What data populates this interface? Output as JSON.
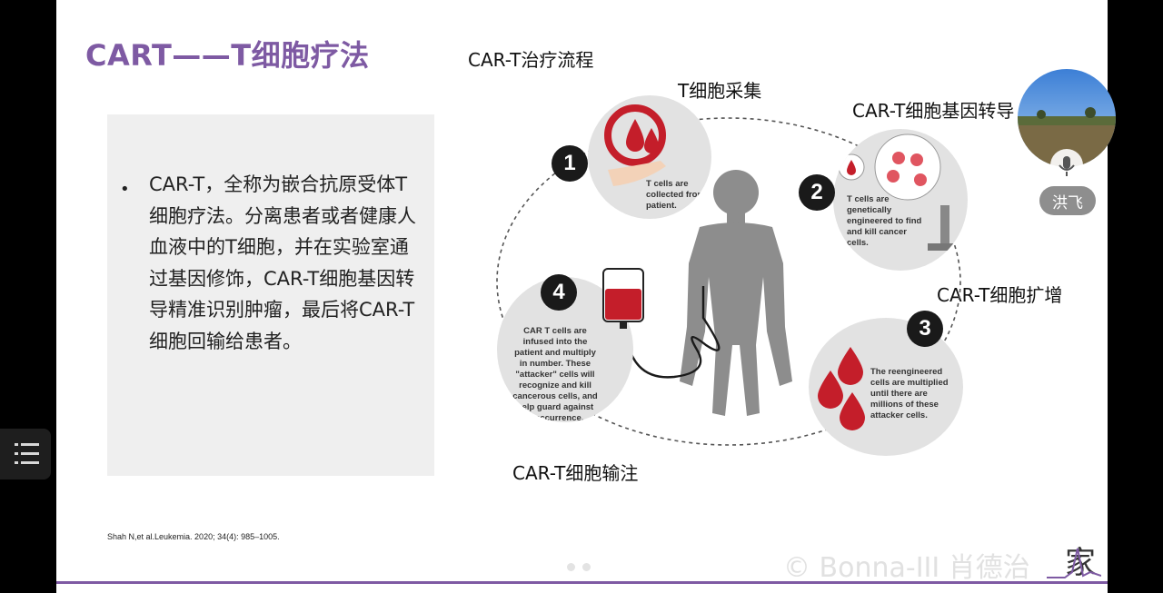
{
  "slide": {
    "title": "CART——T细胞疗法",
    "bullet": "CAR-T，全称为嵌合抗原受体T细胞疗法。分离患者或者健康人血液中的T细胞，并在实验室通过基因修饰，CAR-T细胞基因转导精准识别肿瘤，最后将CAR-T细胞回输给患者。",
    "reference": "Shah N,et al.Leukemia. 2020; 34(4): 985–1005."
  },
  "diagram": {
    "heading": "CAR-T治疗流程",
    "step_labels": {
      "collect": "T细胞采集",
      "transduce": "CAR-T细胞基因转导",
      "expand": "CAR-T细胞扩增",
      "infuse": "CAR-T细胞输注"
    },
    "steps": [
      {
        "number": "1",
        "text": "T cells are collected from patient."
      },
      {
        "number": "2",
        "text": "T cells are genetically engineered to find and kill cancer cells."
      },
      {
        "number": "3",
        "text": "The reengineered cells are multiplied until there are millions of these attacker cells."
      },
      {
        "number": "4",
        "text": "CAR T cells are infused into the patient and multiply in number. These \"attacker\" cells will recognize and kill cancerous cells, and help guard against reoccurrence."
      }
    ]
  },
  "footer": {
    "watermark": "© Bonna-III 肖德治",
    "brand_glyph": "家"
  },
  "participant": {
    "name": "洪飞"
  },
  "colors": {
    "title": "#7e5aa3",
    "blood_red": "#c41e2a",
    "bottom_line": "#7e5aa3"
  }
}
